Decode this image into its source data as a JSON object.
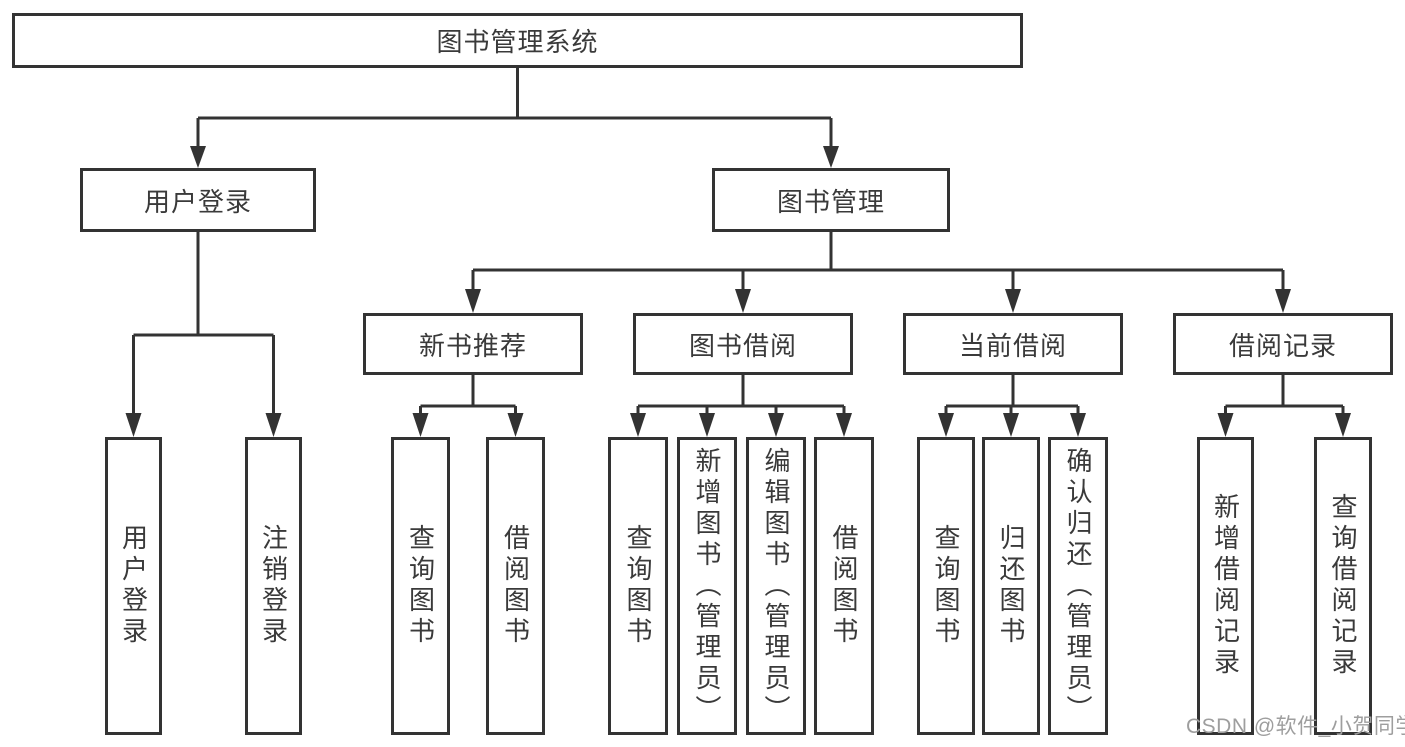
{
  "diagram": {
    "root": {
      "label": "图书管理系统"
    },
    "level2": [
      {
        "label": "用户登录"
      },
      {
        "label": "图书管理"
      }
    ],
    "level3": [
      {
        "label": "新书推荐"
      },
      {
        "label": "图书借阅"
      },
      {
        "label": "当前借阅"
      },
      {
        "label": "借阅记录"
      }
    ],
    "leaves": {
      "user_login": [
        {
          "label": "用户登录"
        },
        {
          "label": "注销登录"
        }
      ],
      "new_book": [
        {
          "label": "查询图书"
        },
        {
          "label": "借阅图书"
        }
      ],
      "book_borrow": [
        {
          "label": "查询图书"
        },
        {
          "label": "新增图书（管理员）"
        },
        {
          "label": "编辑图书（管理员）"
        },
        {
          "label": "借阅图书"
        }
      ],
      "current_borrow": [
        {
          "label": "查询图书"
        },
        {
          "label": "归还图书"
        },
        {
          "label": "确认归还（管理员）"
        }
      ],
      "borrow_records": [
        {
          "label": "新增借阅记录"
        },
        {
          "label": "查询借阅记录"
        }
      ]
    },
    "colors": {
      "line": "#333333",
      "text": "#3a3a3a",
      "background": "#ffffff",
      "watermark": "#9e9e9e"
    }
  },
  "watermark": {
    "text": "CSDN @软件_小贺同学"
  }
}
